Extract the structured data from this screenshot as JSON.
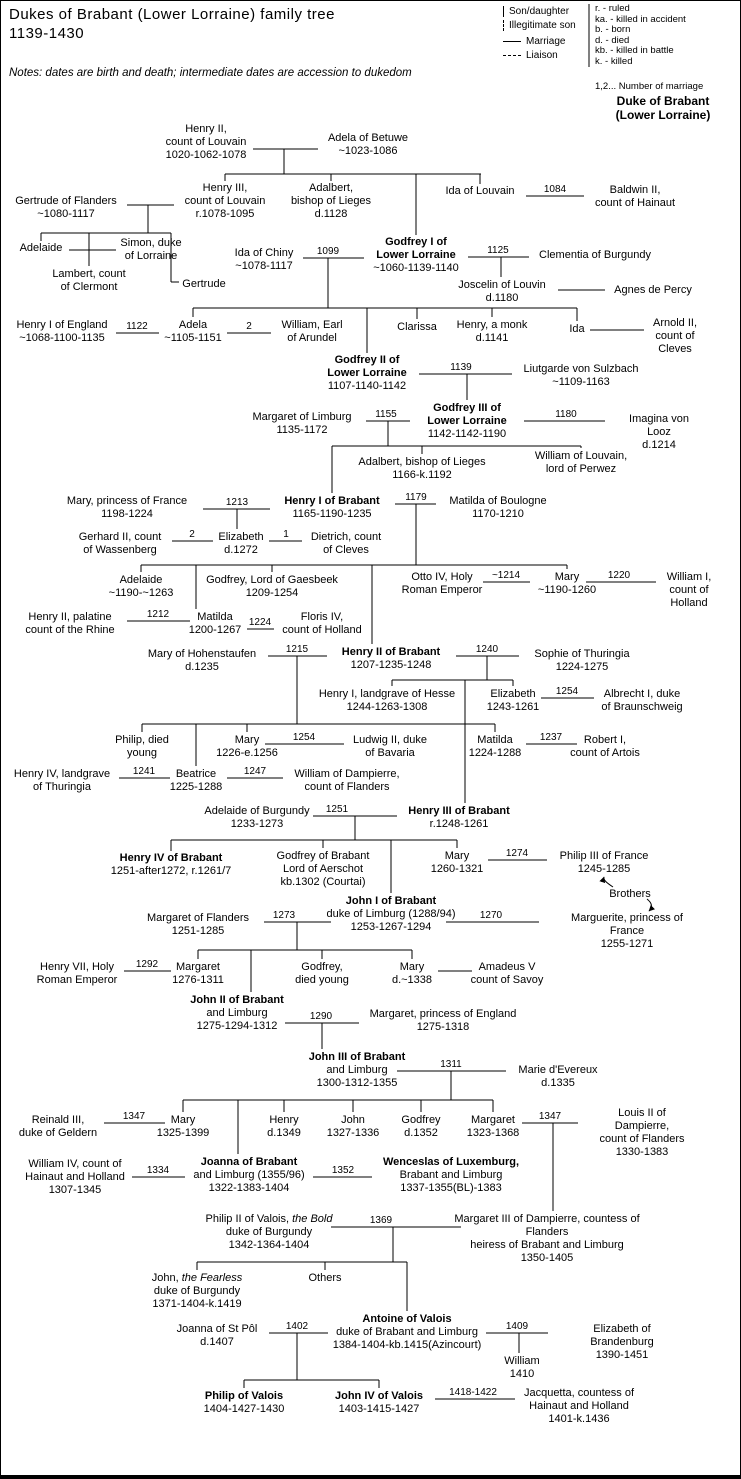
{
  "title": {
    "line1": "Dukes of Brabant (Lower Lorraine) family tree",
    "line2": "1139-1430"
  },
  "notes": "Notes: dates are birth and death; intermediate dates are accession to dukedom",
  "legend": {
    "son": "Son/daughter",
    "illegitimate": "Illegitimate son",
    "marriage": "Marriage",
    "liaison": "Liaison",
    "abbreviations": [
      "r. - ruled",
      "ka. - killed in accident",
      "b. - born",
      "d. - died",
      "kb. - killed in battle",
      "k. - killed"
    ],
    "marriage_number": "1,2... Number of marriage",
    "duke_note": "Duke of Brabant\n(Lower Lorraine)"
  },
  "colors": {
    "background": "#ffffff",
    "line": "#000000",
    "text": "#000000"
  },
  "nodes": [
    {
      "t": "Henry II,\ncount of Louvain\n1020-1062-1078"
    },
    {
      "t": "Adela of Betuwe\n~1023-1086"
    },
    {
      "t": "Henry III,\ncount of Louvain\nr.1078-1095"
    },
    {
      "t": "Adalbert,\nbishop of Lieges\nd.1128"
    },
    {
      "t": "Ida of Louvain"
    },
    {
      "t": "Baldwin II,\ncount of Hainaut"
    },
    {
      "t": "Gertrude of Flanders\n~1080-1117"
    },
    {
      "b": "Godfrey I of\nLower Lorraine",
      "t": "\n~1060-1139-1140"
    },
    {
      "t": "Adelaide"
    },
    {
      "t": "Simon, duke\nof Lorraine"
    },
    {
      "t": "Ida of Chiny\n~1078-1117"
    },
    {
      "t": "Clementia of Burgundy"
    },
    {
      "t": "Lambert, count\nof Clermont"
    },
    {
      "t": "Gertrude"
    },
    {
      "t": "Joscelin of Louvin\nd.1180"
    },
    {
      "t": "Agnes de Percy"
    },
    {
      "t": "Henry I of England\n~1068-1100-1135"
    },
    {
      "t": "Adela\n~1105-1151"
    },
    {
      "t": "William, Earl\nof Arundel"
    },
    {
      "t": "Clarissa"
    },
    {
      "t": "Henry, a monk\nd.1141"
    },
    {
      "t": "Ida"
    },
    {
      "t": "Arnold II,\ncount of Cleves"
    },
    {
      "b": "Godfrey II of\nLower Lorraine",
      "t": "\n1107-1140-1142"
    },
    {
      "t": "Liutgarde von Sulzbach\n~1109-1163"
    },
    {
      "b": "Godfrey III of\nLower Lorraine",
      "t": "\n1142-1142-1190"
    },
    {
      "t": "Margaret of Limburg\n1135-1172"
    },
    {
      "t": "Imagina von Looz\nd.1214"
    },
    {
      "t": "Adalbert, bishop of Lieges\n1166-k.1192"
    },
    {
      "t": "William of Louvain,\nlord of Perwez"
    },
    {
      "b": "Henry I of Brabant",
      "t": "\n1165-1190-1235"
    },
    {
      "t": "Mary, princess of France\n1198-1224"
    },
    {
      "t": "Matilda of Boulogne\n1170-1210"
    },
    {
      "t": "Gerhard II, count\nof Wassenberg"
    },
    {
      "t": "Elizabeth\nd.1272"
    },
    {
      "t": "Dietrich, count\nof Cleves"
    },
    {
      "t": "Adelaide\n~1190-~1263"
    },
    {
      "t": "Godfrey, Lord of Gaesbeek\n1209-1254"
    },
    {
      "t": "Otto IV, Holy\nRoman Emperor"
    },
    {
      "t": "Mary\n~1190-1260"
    },
    {
      "t": "William I,\ncount of Holland"
    },
    {
      "t": "Henry II, palatine\ncount of the Rhine"
    },
    {
      "t": "Matilda\n1200-1267"
    },
    {
      "t": "Floris IV,\ncount of Holland"
    },
    {
      "t": "Mary of Hohenstaufen\nd.1235"
    },
    {
      "b": "Henry II of Brabant",
      "t": "\n1207-1235-1248"
    },
    {
      "t": "Sophie of Thuringia\n1224-1275"
    },
    {
      "t": "Henry I, landgrave of Hesse\n1244-1263-1308"
    },
    {
      "t": "Elizabeth\n1243-1261"
    },
    {
      "t": "Albrecht I, duke\nof Braunschweig"
    },
    {
      "t": "Philip, died\nyoung"
    },
    {
      "t": "Mary\n1226-e.1256"
    },
    {
      "t": "Ludwig II, duke\nof Bavaria"
    },
    {
      "t": "Matilda\n1224-1288"
    },
    {
      "t": "Robert I,\ncount of Artois"
    },
    {
      "t": "Henry IV, landgrave\nof Thuringia"
    },
    {
      "t": "Beatrice\n1225-1288"
    },
    {
      "t": "William of Dampierre,\ncount of Flanders"
    },
    {
      "t": "Adelaide of Burgundy\n1233-1273"
    },
    {
      "b": "Henry III of Brabant",
      "t": "\nr.1248-1261"
    },
    {
      "b": "Henry IV of Brabant",
      "t": "\n1251-after1272, r.1261/7"
    },
    {
      "t": "Godfrey of Brabant\nLord of Aerschot\nkb.1302 (Courtai)"
    },
    {
      "t": "Mary\n1260-1321"
    },
    {
      "t": "Philip III of France\n1245-1285"
    },
    {
      "b": "John I of Brabant",
      "t": "\nduke of Limburg (1288/94)\n1253-1267-1294"
    },
    {
      "t": "Brothers"
    },
    {
      "t": "Marguerite, princess of France\n1255-1271"
    },
    {
      "t": "Margaret of Flanders\n1251-1285"
    },
    {
      "t": "Henry VII, Holy\nRoman Emperor"
    },
    {
      "t": "Margaret\n1276-1311"
    },
    {
      "t": "Godfrey,\ndied young"
    },
    {
      "t": "Mary\nd.~1338"
    },
    {
      "t": "Amadeus V\ncount of Savoy"
    },
    {
      "b": "John II of Brabant",
      "t": "\nand Limburg\n1275-1294-1312"
    },
    {
      "t": "Margaret, princess of England\n1275-1318"
    },
    {
      "b": "John III of Brabant",
      "t": "\nand Limburg\n1300-1312-1355"
    },
    {
      "t": "Marie d'Evereux\nd.1335"
    },
    {
      "t": "Reinald III,\nduke of Geldern"
    },
    {
      "t": "Mary\n1325-1399"
    },
    {
      "t": "Henry\nd.1349"
    },
    {
      "t": "John\n1327-1336"
    },
    {
      "t": "Godfrey\nd.1352"
    },
    {
      "t": "Margaret\n1323-1368"
    },
    {
      "t": "Louis II of Dampierre,\ncount of Flanders\n1330-1383"
    },
    {
      "t": "William IV, count of\nHainaut and Holland\n1307-1345"
    },
    {
      "b": "Joanna of Brabant",
      "t": "\nand Limburg (1355/96)\n1322-1383-1404"
    },
    {
      "b": "Wenceslas of Luxemburg,",
      "t": "\nBrabant and Limburg\n1337-1355(BL)-1383"
    },
    {
      "p": "Philip II of Valois, ",
      "i": "the Bold",
      "t": "\nduke of Burgundy\n1342-1364-1404"
    },
    {
      "t": "Margaret III of Dampierre, countess of Flanders\nheiress of Brabant and Limburg\n1350-1405"
    },
    {
      "p": "John, ",
      "i": "the Fearless",
      "t": "\nduke of Burgundy\n1371-1404-k.1419"
    },
    {
      "t": "Others"
    },
    {
      "b": "Antoine of Valois",
      "t": "\nduke of Brabant and Limburg\n1384-1404-kb.1415(Azincourt)"
    },
    {
      "t": "Joanna of St Pôl\nd.1407"
    },
    {
      "t": "Elizabeth of Brandenburg\n1390-1451"
    },
    {
      "t": "William\n1410"
    },
    {
      "b": "Philip of Valois",
      "t": "\n1404-1427-1430"
    },
    {
      "b": "John IV of Valois",
      "t": "\n1403-1415-1427"
    },
    {
      "t": "Jacquetta, countess of\nHainaut and Holland\n1401-k.1436"
    }
  ],
  "labels": [
    {
      "text": "1084"
    },
    {
      "text": "1099"
    },
    {
      "text": "1125"
    },
    {
      "text": "1122"
    },
    {
      "text": "2"
    },
    {
      "text": "1139"
    },
    {
      "text": "1155"
    },
    {
      "text": "1180"
    },
    {
      "text": "1213"
    },
    {
      "text": "1179"
    },
    {
      "text": "2"
    },
    {
      "text": "1"
    },
    {
      "text": "~1214"
    },
    {
      "text": "1220"
    },
    {
      "text": "1212"
    },
    {
      "text": "1224"
    },
    {
      "text": "1215"
    },
    {
      "text": "1240"
    },
    {
      "text": "1254"
    },
    {
      "text": "1254"
    },
    {
      "text": "1237"
    },
    {
      "text": "1241"
    },
    {
      "text": "1247"
    },
    {
      "text": "1251"
    },
    {
      "text": "1274"
    },
    {
      "text": "1270"
    },
    {
      "text": "1273"
    },
    {
      "text": "1292"
    },
    {
      "text": "1290"
    },
    {
      "text": "1311"
    },
    {
      "text": "1347"
    },
    {
      "text": "1347"
    },
    {
      "text": "1334"
    },
    {
      "text": "1352"
    },
    {
      "text": "1369"
    },
    {
      "text": "1402"
    },
    {
      "text": "1409"
    },
    {
      "text": "1418-1422"
    }
  ]
}
